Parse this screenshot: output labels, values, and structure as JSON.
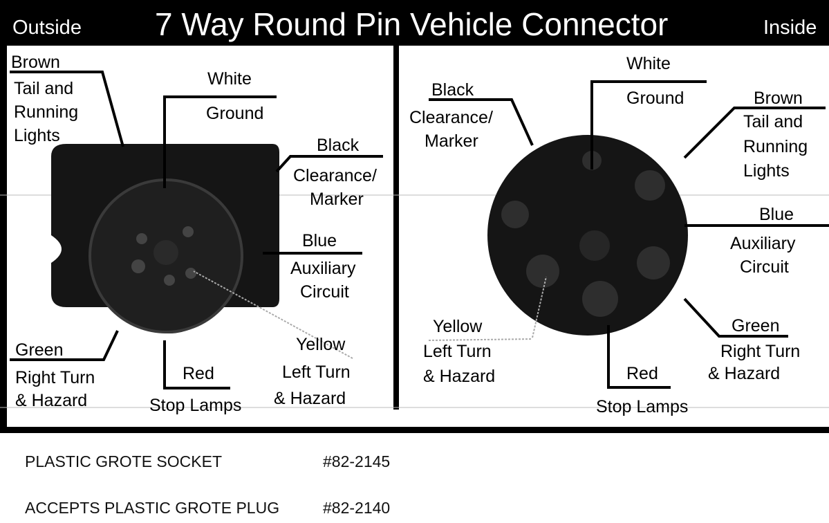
{
  "header": {
    "left": "Outside",
    "title": "7 Way Round Pin Vehicle Connector",
    "right": "Inside"
  },
  "outside": {
    "brown": {
      "color": "Brown",
      "function": [
        "Tail and",
        "Running",
        "Lights"
      ]
    },
    "white": {
      "color": "White",
      "function": "Ground"
    },
    "black": {
      "color": "Black",
      "function": [
        "Clearance/",
        "Marker"
      ]
    },
    "blue": {
      "color": "Blue",
      "function": [
        "Auxiliary",
        "Circuit"
      ]
    },
    "green": {
      "color": "Green",
      "function": [
        "Right Turn",
        "& Hazard"
      ]
    },
    "red": {
      "color": "Red",
      "function": "Stop Lamps"
    },
    "yellow": {
      "color": "Yellow",
      "function": [
        "Left Turn",
        "& Hazard"
      ]
    }
  },
  "inside": {
    "black": {
      "color": "Black",
      "function": [
        "Clearance/",
        "Marker"
      ]
    },
    "white": {
      "color": "White",
      "function": "Ground"
    },
    "brown": {
      "color": "Brown",
      "function": [
        "Tail and",
        "Running",
        "Lights"
      ]
    },
    "blue": {
      "color": "Blue",
      "function": [
        "Auxiliary",
        "Circuit"
      ]
    },
    "yellow": {
      "color": "Yellow",
      "function": [
        "Left Turn",
        "& Hazard"
      ]
    },
    "red": {
      "color": "Red",
      "function": "Stop Lamps"
    },
    "green": {
      "color": "Green",
      "function": [
        "Right Turn",
        "& Hazard"
      ]
    }
  },
  "parts": [
    {
      "name": "PLASTIC GROTE SOCKET",
      "code": "#82-2145"
    },
    {
      "name": "ACCEPTS PLASTIC GROTE PLUG",
      "code": "#82-2140"
    }
  ],
  "colors": {
    "frame": "#000000",
    "socket_body": "#151515",
    "background": "#ffffff"
  }
}
